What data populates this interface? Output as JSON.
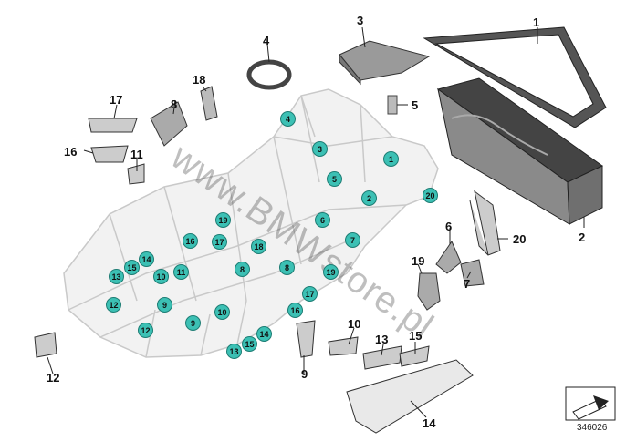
{
  "callouts": [
    {
      "id": "c1",
      "label": "1"
    },
    {
      "id": "c2",
      "label": "2"
    },
    {
      "id": "c3",
      "label": "3"
    },
    {
      "id": "c4",
      "label": "4"
    },
    {
      "id": "c5",
      "label": "5"
    },
    {
      "id": "c6",
      "label": "6"
    },
    {
      "id": "c7",
      "label": "7"
    },
    {
      "id": "c8",
      "label": "8"
    },
    {
      "id": "c9",
      "label": "9"
    },
    {
      "id": "c10",
      "label": "10"
    },
    {
      "id": "c11",
      "label": "11"
    },
    {
      "id": "c12",
      "label": "12"
    },
    {
      "id": "c13",
      "label": "13"
    },
    {
      "id": "c14",
      "label": "14"
    },
    {
      "id": "c15",
      "label": "15"
    },
    {
      "id": "c16",
      "label": "16"
    },
    {
      "id": "c17",
      "label": "17"
    },
    {
      "id": "c18",
      "label": "18"
    },
    {
      "id": "c19",
      "label": "19"
    },
    {
      "id": "c20",
      "label": "20"
    }
  ],
  "badges": [
    "4",
    "3",
    "1",
    "5",
    "2",
    "20",
    "19",
    "6",
    "16",
    "17",
    "18",
    "7",
    "14",
    "15",
    "13",
    "10",
    "11",
    "8",
    "12",
    "9",
    "10",
    "17",
    "16",
    "19",
    "14",
    "15",
    "13",
    "12",
    "9",
    "8"
  ],
  "watermark": "www.BMWstore.pl",
  "diagram_number": "346026",
  "colors": {
    "badge_fill": "#3cc0b4",
    "badge_stroke": "#1d7d74",
    "body_line": "#c9c9c9",
    "part_fill": "#9a9a9a"
  }
}
